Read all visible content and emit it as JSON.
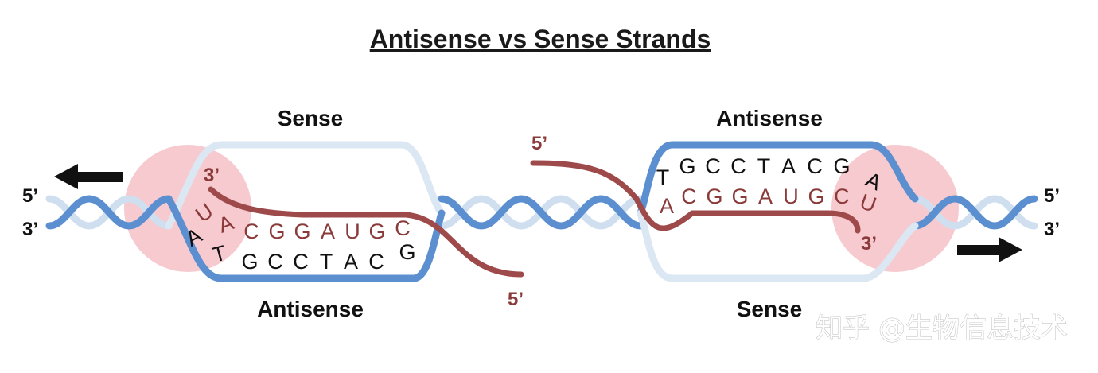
{
  "title": "Antisense vs Sense Strands",
  "left_panel": {
    "top_label": "Sense",
    "bottom_label": "Antisense",
    "strand_top_5": "5’",
    "strand_bottom_3": "3’",
    "rna_start": "3’",
    "rna_end": "5’",
    "rna_letters": [
      "U",
      "A",
      "C",
      "G",
      "G",
      "A",
      "U",
      "G",
      "C"
    ],
    "dna_letters": [
      "A",
      "T",
      "G",
      "C",
      "C",
      "T",
      "A",
      "C",
      "G"
    ]
  },
  "right_panel": {
    "top_label": "Antisense",
    "bottom_label": "Sense",
    "strand_top_5": "5’",
    "strand_bottom_3": "3’",
    "rna_start": "5’",
    "rna_end": "3’",
    "dna_letters": [
      "T",
      "G",
      "C",
      "C",
      "T",
      "A",
      "C",
      "G",
      "A"
    ],
    "rna_letters": [
      "A",
      "C",
      "G",
      "G",
      "A",
      "U",
      "G",
      "C",
      "U"
    ]
  },
  "watermark": "知乎 @生物信息技术",
  "colors": {
    "antisense_strand": "#5b8fcf",
    "sense_strand": "#dbe7f3",
    "rna_strand": "#9e4a4a",
    "bubble": "#f4b8c0",
    "arrow": "#111111"
  },
  "icons": [
    "arrow-left-icon",
    "arrow-right-icon"
  ]
}
